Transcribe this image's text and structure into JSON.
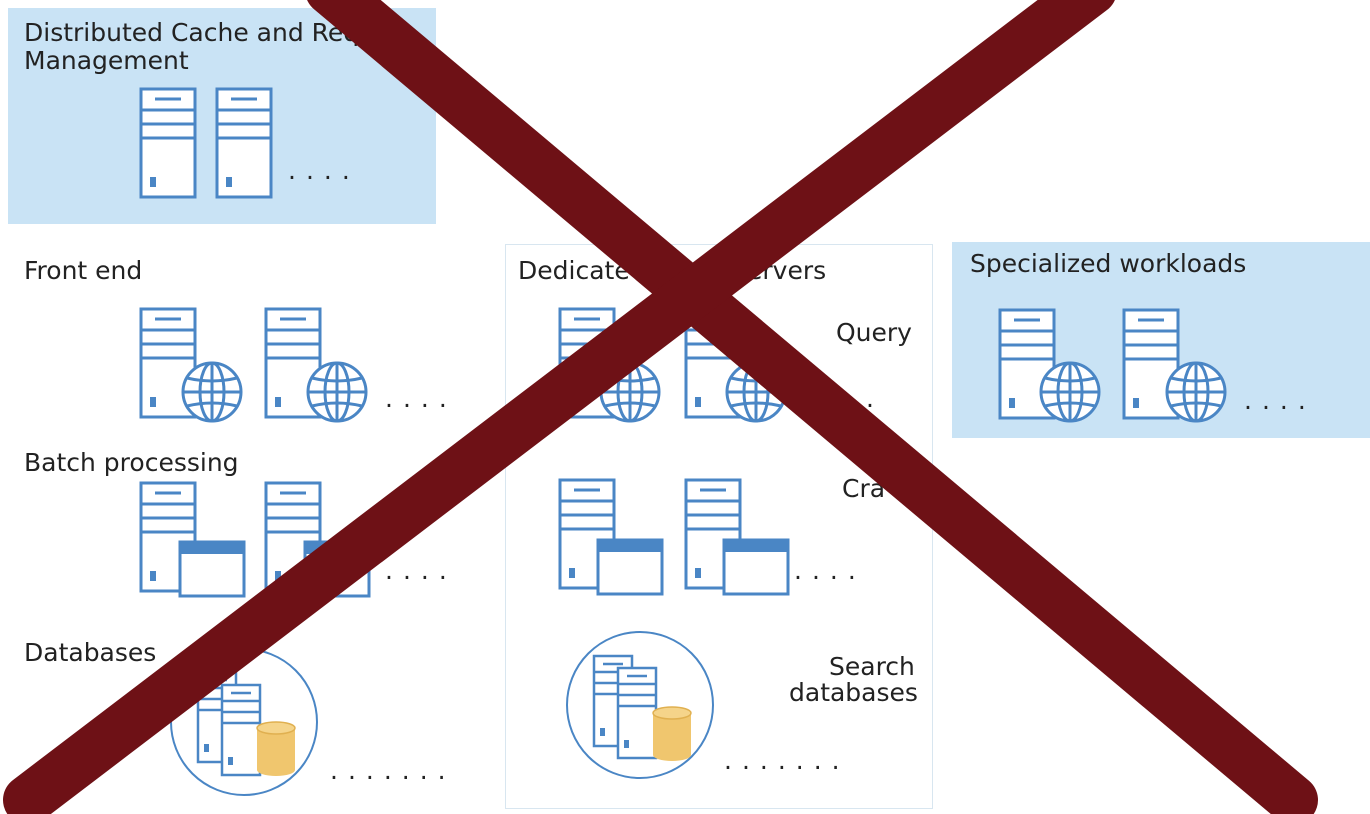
{
  "distributed_cache": {
    "title_line1": "Distributed Cache and Req",
    "title_line2": "Management",
    "dots": "...."
  },
  "front_end": {
    "title": "Front end",
    "dots": "...."
  },
  "batch_processing": {
    "title": "Batch processing",
    "dots": "...."
  },
  "databases": {
    "title": "Databases",
    "dots": "......."
  },
  "dedicated": {
    "title_left": "Dedicate",
    "title_right": "servers",
    "query_label": "Query",
    "query_dots": "..",
    "crawl_label": "Cra",
    "crawl_dots": "....",
    "search_db_line1": "Search",
    "search_db_line2": "databases",
    "search_db_dots": "......."
  },
  "specialized": {
    "title": "Specialized workloads",
    "dots": "...."
  },
  "colors": {
    "panel_blue": "#c9e3f5",
    "icon_stroke": "#4a86c5",
    "cross": "#6e1116",
    "db_yellow": "#f0c66e"
  },
  "icons": [
    "server-icon",
    "globe-icon",
    "window-icon",
    "database-cylinder-icon",
    "cross-out-icon"
  ]
}
